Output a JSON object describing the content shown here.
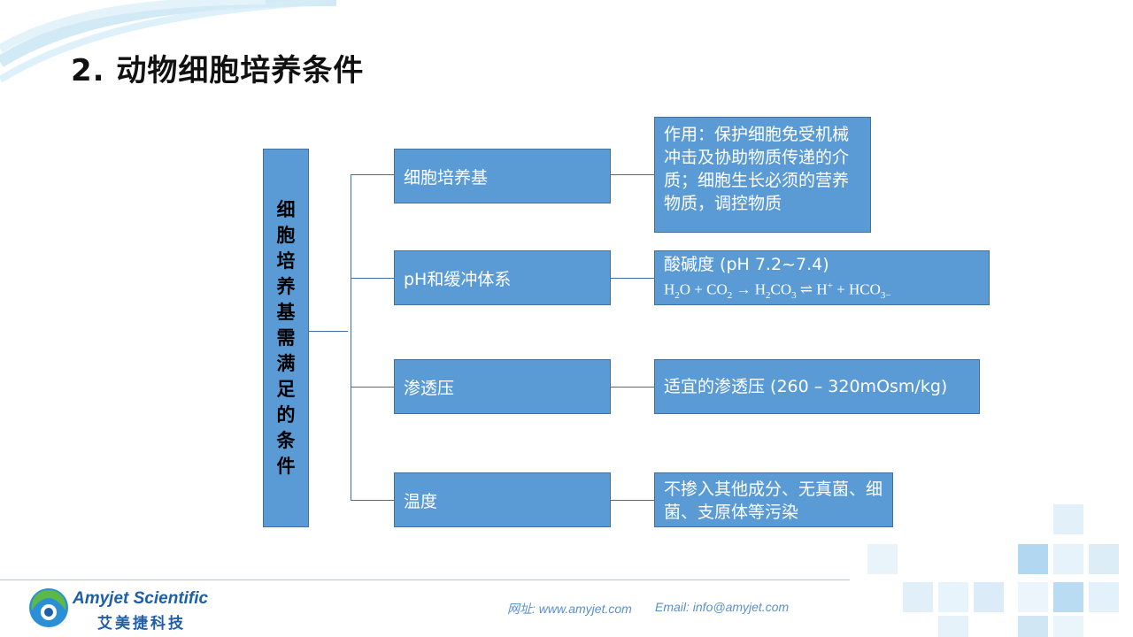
{
  "title": "2. 动物细胞培养条件",
  "root": {
    "label": "细胞培养基需满足的条件"
  },
  "branches": [
    {
      "category": "细胞培养基",
      "detail": "作用：保护细胞免受机械冲击及协助物质传递的介质；细胞生长必须的营养物质，调控物质"
    },
    {
      "category": "pH和缓冲体系",
      "detail": "酸碱度 (pH 7.2~7.4)",
      "formula": {
        "h": "H",
        "two": "2",
        "o_plus_co": "O + CO",
        "arrow": " → H",
        "co": "CO",
        "three": "3",
        "eq": " ⇌  H",
        "plus": "+",
        "hco": " + HCO",
        "minus": "−"
      }
    },
    {
      "category": "渗透压",
      "detail": "适宜的渗透压 (260 – 320mOsm/kg)"
    },
    {
      "category": "温度",
      "detail": "不掺入其他成分、无真菌、细菌、支原体等污染"
    }
  ],
  "footer": {
    "website": "网址: www.amyjet.com",
    "email": "Email: info@amyjet.com"
  },
  "logo": {
    "name_en": "Amyjet Scientific",
    "name_cn": "艾美捷科技"
  },
  "colors": {
    "box_fill": "#5b9bd5",
    "box_border": "#41719c",
    "brand": "#1f5fa8"
  }
}
